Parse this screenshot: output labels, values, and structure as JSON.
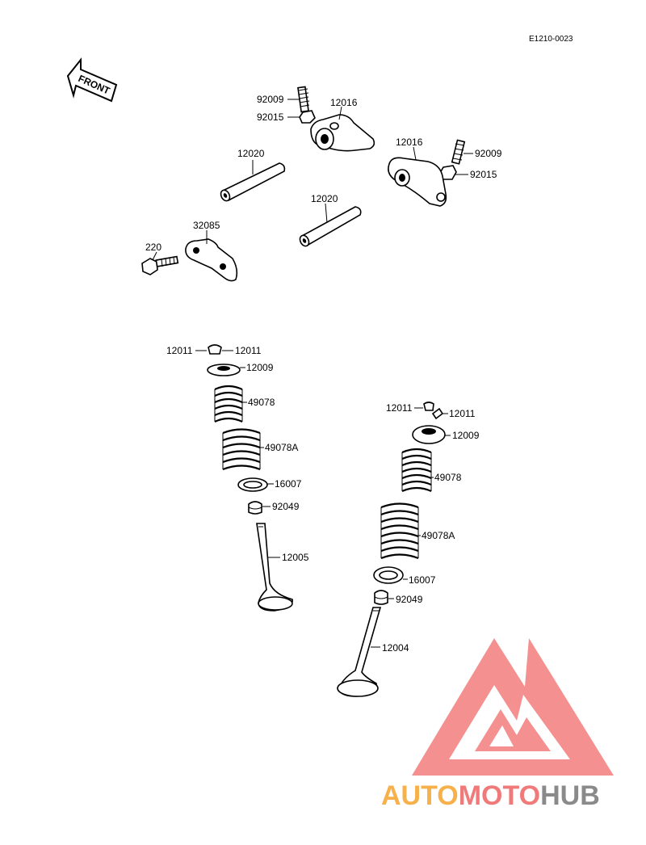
{
  "diagram_code": "E1210-0023",
  "front_label": "FRONT",
  "parts": {
    "adjuster_screw_a": "92009",
    "locknut_a": "92015",
    "rocker_arm_a": "12016",
    "shaft_a": "12020",
    "rocker_arm_b": "12016",
    "adjuster_screw_b": "92009",
    "locknut_b": "92015",
    "shaft_b": "12020",
    "plate": "32085",
    "bolt": "220",
    "keeper_l1": "12011",
    "keeper_l2": "12011",
    "retainer_l": "12009",
    "inner_spring_l": "49078",
    "outer_spring_l": "49078A",
    "seat_l": "16007",
    "seal_l": "92049",
    "valve_l": "12005",
    "keeper_r1": "12011",
    "keeper_r2": "12011",
    "retainer_r": "12009",
    "inner_spring_r": "49078",
    "outer_spring_r": "49078A",
    "seat_r": "16007",
    "seal_r": "92049",
    "valve_r": "12004"
  },
  "watermark": {
    "text_auto": "AUTO",
    "text_moto": "MOTO",
    "text_hub": "HUB",
    "color_auto": "#f7b04a",
    "color_moto": "#f07a7a",
    "color_hub": "#8a8a8a",
    "logo_color": "#f26b6b"
  }
}
